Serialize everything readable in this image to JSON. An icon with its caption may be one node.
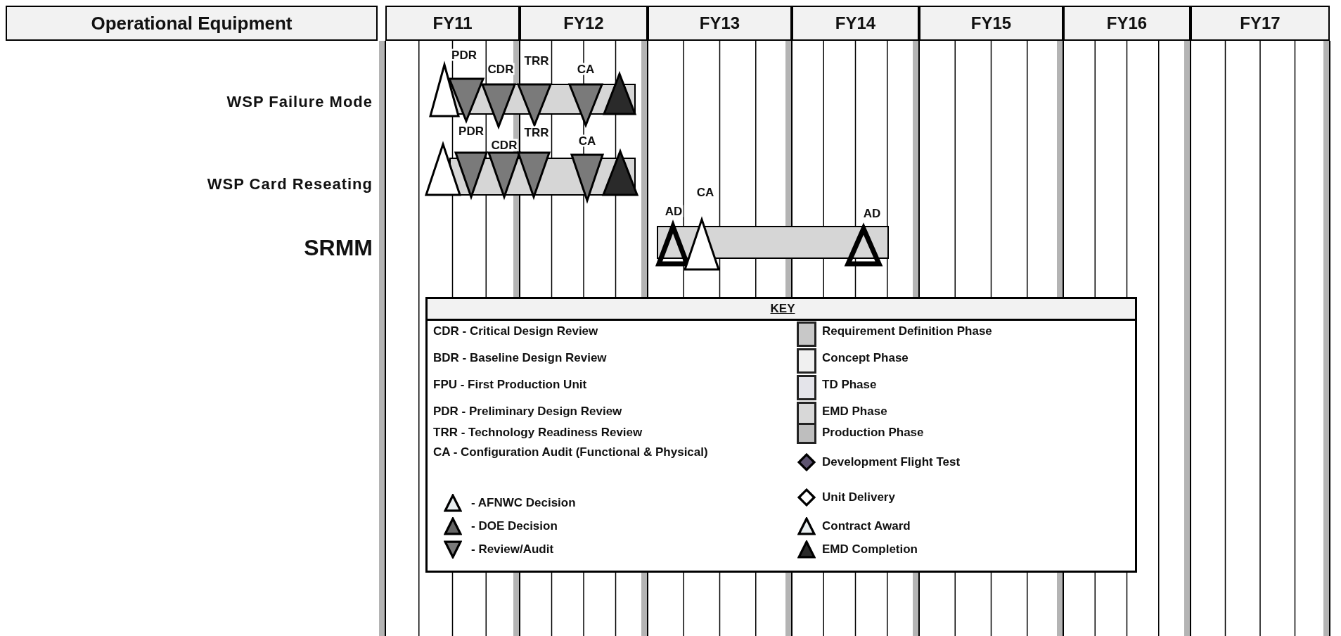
{
  "diagram": {
    "nodes": [
      {
        "text": [
          "Operational Equipment"
        ]
      },
      {
        "text": [
          "FY11"
        ]
      },
      {
        "text": [
          "FY12"
        ]
      },
      {
        "text": [
          "FY13"
        ]
      },
      {
        "text": [
          "FY14"
        ]
      },
      {
        "text": [
          "FY15"
        ]
      },
      {
        "text": [
          "FY16"
        ]
      },
      {
        "text": [
          "FY17"
        ]
      },
      {
        "text": [
          "KEY"
        ]
      }
    ],
    "edges": [],
    "labels": [
      "PDR",
      "CDR",
      "TRR",
      "CA",
      "WSP Failure Mode",
      "PDR",
      "CDR",
      "TRR",
      "CA",
      "WSP Card Reseating",
      "CA",
      "AD",
      "AD",
      "SRMM",
      "CDR - Critical Design Review",
      "BDR - Baseline Design Review",
      "FPU - First Production Unit",
      "PDR - Preliminary Design Review",
      "TRR - Technology Readiness Review",
      "CA - Configuration Audit (Functional & Physical)"
    ],
    "legend": [
      {
        "text": "- AFNWC Decision"
      },
      {
        "text": "- DOE Decision"
      },
      {
        "text": "- Review/Audit"
      },
      {
        "text": "Requirement Definition Phase",
        "color": "#c8c8c8"
      },
      {
        "text": "Concept Phase",
        "color": "#f0f0f0"
      },
      {
        "text": "TD Phase",
        "color": "#e4e4ea"
      },
      {
        "text": "EMD Phase",
        "color": "#d8d8d8"
      },
      {
        "text": "Production Phase",
        "color": "#bebebe"
      },
      {
        "text": "Development Flight Test"
      },
      {
        "text": "Unit Delivery"
      },
      {
        "text": "Contract Award"
      },
      {
        "text": "EMD Completion"
      }
    ]
  }
}
